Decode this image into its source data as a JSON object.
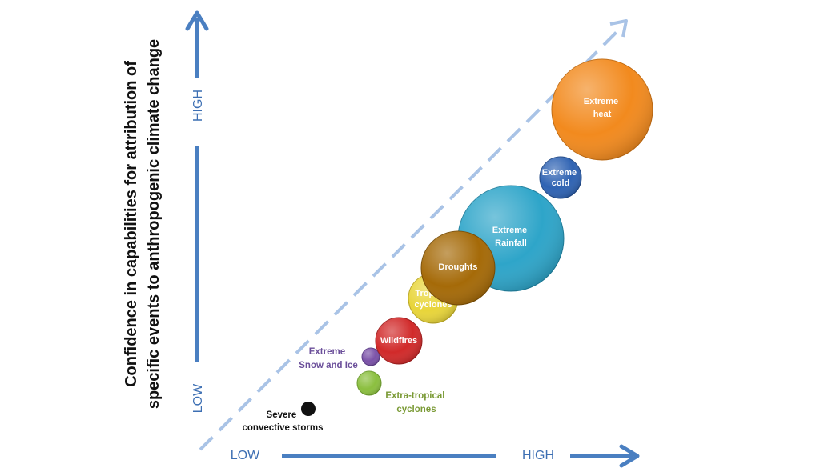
{
  "y_axis": {
    "title_line1": "Confidence in capabilities for attribution of",
    "title_line2": "specific events to anthropogenic climate change",
    "low_label": "LOW",
    "high_label": "HIGH"
  },
  "x_axis": {
    "low_label": "LOW",
    "high_label": "HIGH"
  },
  "colors": {
    "axis": "#4a7fc1",
    "diagonal": "#a9c3e6"
  },
  "events": [
    {
      "id": "severe-convective-storms",
      "lines": [
        "Severe",
        "convective storms"
      ],
      "color": "#111111",
      "label_color": "#111111"
    },
    {
      "id": "extra-tropical-cyclones",
      "lines": [
        "Extra-tropical",
        "cyclones"
      ],
      "color": "#8bbf3f",
      "label_color": "#7a9a35"
    },
    {
      "id": "extreme-snow-and-ice",
      "lines": [
        "Extreme",
        "Snow and Ice"
      ],
      "color": "#7b52a8",
      "label_color": "#6b4f9a"
    },
    {
      "id": "wildfires",
      "lines": [
        "Wildfires"
      ],
      "color": "#d12a2a",
      "label_color": "#ffffff"
    },
    {
      "id": "tropical-cyclones",
      "lines": [
        "Tropical",
        "cyclones"
      ],
      "color": "#e8d53a",
      "label_color": "#ffffff"
    },
    {
      "id": "droughts",
      "lines": [
        "Droughts"
      ],
      "color": "#a56a08",
      "label_color": "#ffffff"
    },
    {
      "id": "extreme-rainfall",
      "lines": [
        "Extreme",
        "Rainfall"
      ],
      "color": "#2ea5c9",
      "label_color": "#ffffff"
    },
    {
      "id": "extreme-cold",
      "lines": [
        "Extreme",
        "cold"
      ],
      "color": "#2f63b3",
      "label_color": "#ffffff"
    },
    {
      "id": "extreme-heat",
      "lines": [
        "Extreme",
        "heat"
      ],
      "color": "#f28a1e",
      "label_color": "#ffffff"
    }
  ]
}
